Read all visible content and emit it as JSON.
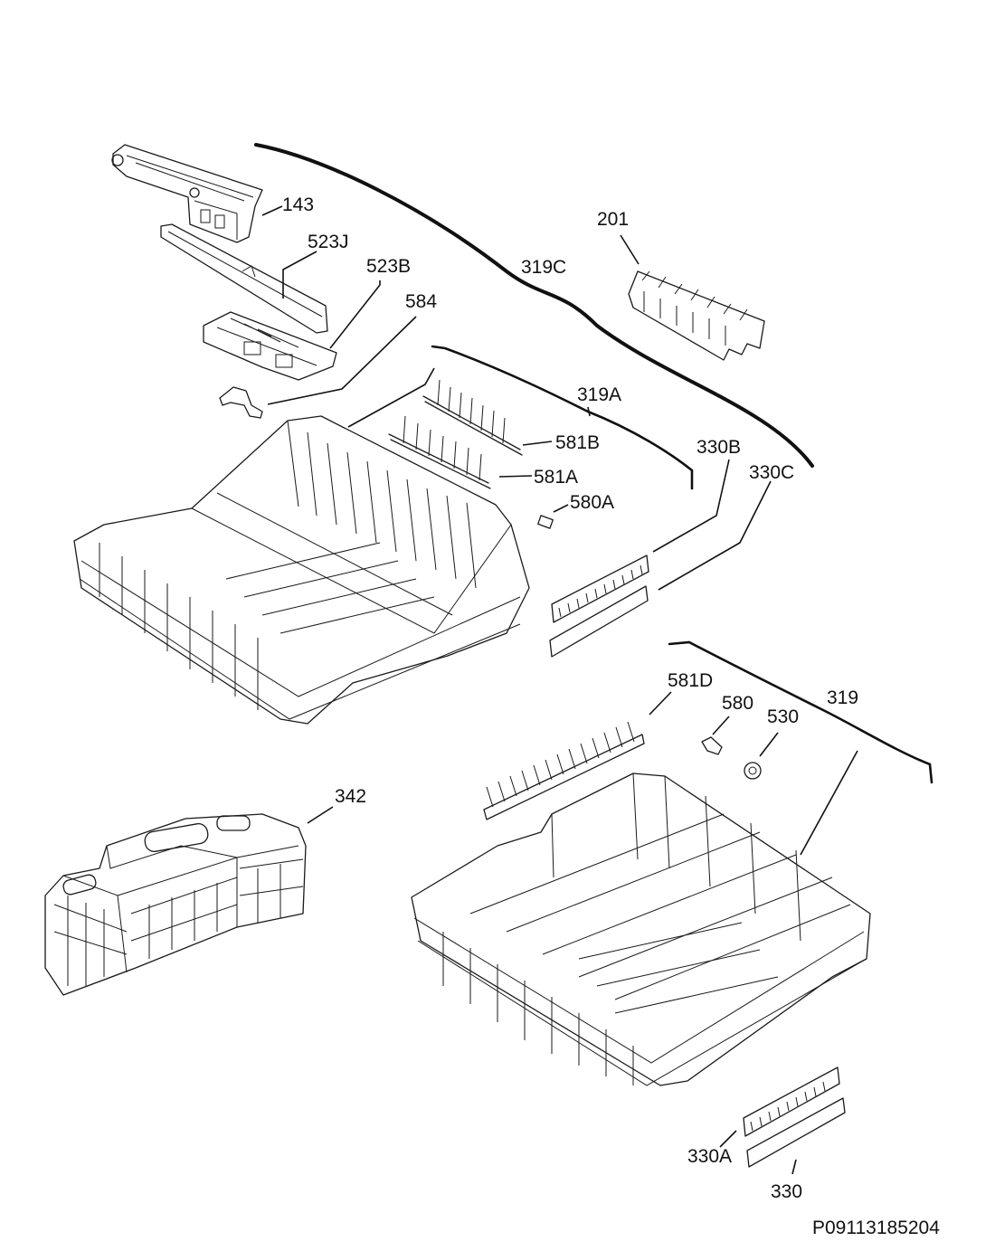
{
  "diagram": {
    "callouts": {
      "c143": "143",
      "c523J": "523J",
      "c523B": "523B",
      "c584": "584",
      "c319C": "319C",
      "c201": "201",
      "c319A": "319A",
      "c581B": "581B",
      "c581A": "581A",
      "c580A": "580A",
      "c330B": "330B",
      "c330C": "330C",
      "c581D": "581D",
      "c580": "580",
      "c530": "530",
      "c319": "319",
      "c342": "342",
      "c330A": "330A",
      "c330": "330"
    },
    "document_id": "P09113185204"
  }
}
